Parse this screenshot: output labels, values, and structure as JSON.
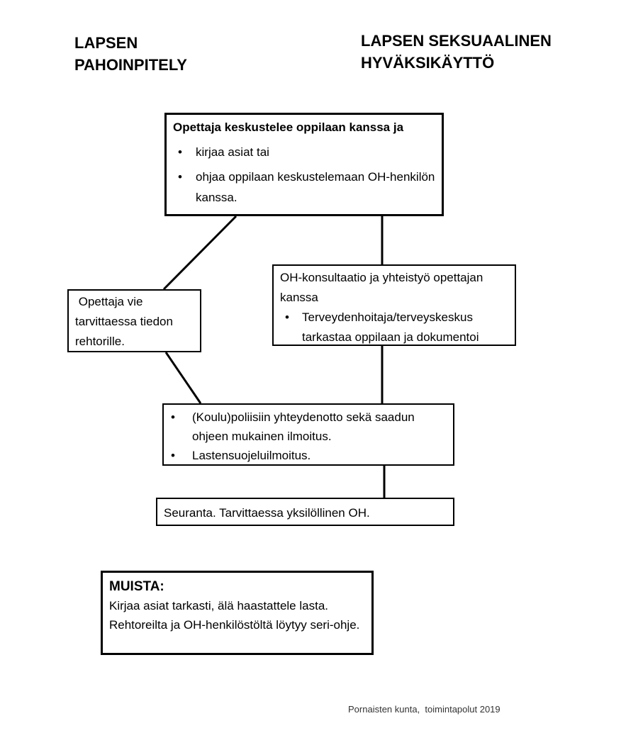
{
  "headings": {
    "left": "LAPSEN\nPAHOINPITELY",
    "right": "LAPSEN SEKSUAALINEN\nHYVÄKSIKÄYTTÖ"
  },
  "start_box": {
    "title": "Opettaja keskustelee oppilaan kanssa ja",
    "items": [
      "kirjaa asiat tai",
      "ohjaa oppilaan keskustelemaan OH-henkilön kanssa."
    ]
  },
  "principal_box": {
    "text": " Opettaja vie tarvittaessa tiedon rehtorille."
  },
  "oh_box": {
    "text": "OH-konsultaatio ja yhteistyö opettajan kanssa",
    "items": [
      "Terveydenhoitaja/terveyskeskus tarkastaa oppilaan ja dokumentoi"
    ]
  },
  "police_box": {
    "items": [
      "(Koulu)poliisiin yhteydenotto sekä saadun ohjeen mukainen ilmoitus.",
      "Lastensuojeluilmoitus."
    ]
  },
  "follow_box": {
    "text": "Seuranta. Tarvittaessa yksilöllinen OH."
  },
  "muista_box": {
    "title": "MUISTA:",
    "text": "Kirjaa asiat tarkasti, älä haastattele lasta. Rehtoreilta ja OH-henkilöstöltä löytyy seri-ohje."
  },
  "footer": "Pornaisten kunta,  toimintapolut 2019"
}
